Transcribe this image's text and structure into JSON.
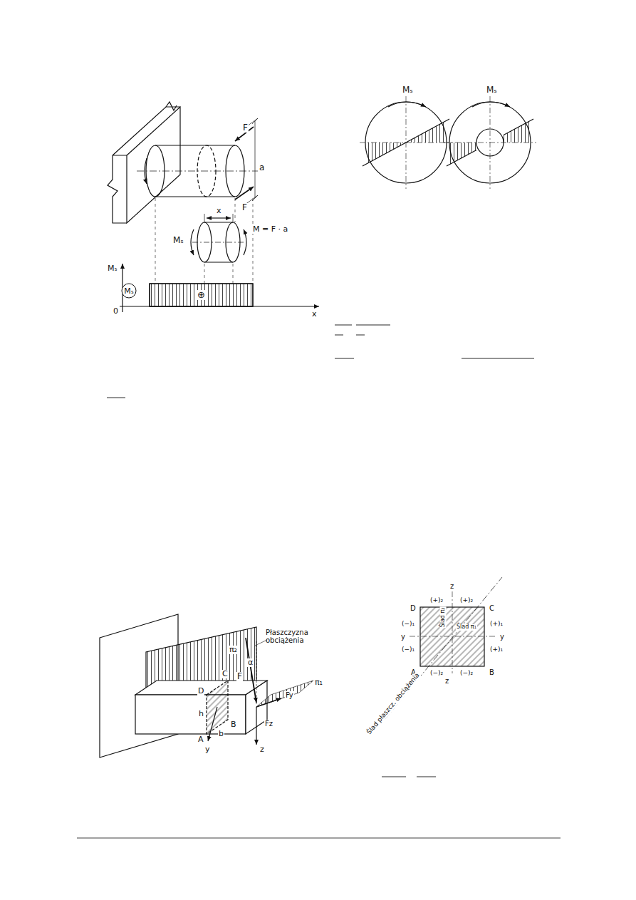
{
  "diagram": {
    "nodes": [
      {
        "text": [
          "Mₛ"
        ]
      }
    ],
    "labels": [
      "F",
      "a",
      "F",
      "x",
      "Mₛ",
      "M = F · a",
      "Mₛ",
      "⊕",
      "0",
      "x",
      "Mₛ",
      "Mₛ",
      "Płaszczyzna obciążenia",
      "C",
      "π₂",
      "α",
      "F",
      "π₁",
      "D",
      "h",
      "Fz",
      "Fy",
      "B",
      "A",
      "b",
      "y",
      "z",
      "z",
      "(+)₂",
      "(+)₂",
      "D",
      "C",
      "(−)₁",
      "(+)₁",
      "y",
      "Ślad π₂",
      "Ślad π₁",
      "y",
      "(−)₁",
      "(+)₁",
      "A",
      "(−)₂",
      "(−)₂",
      "B",
      "z",
      "Ślad płaszcz. obciążenia"
    ]
  }
}
